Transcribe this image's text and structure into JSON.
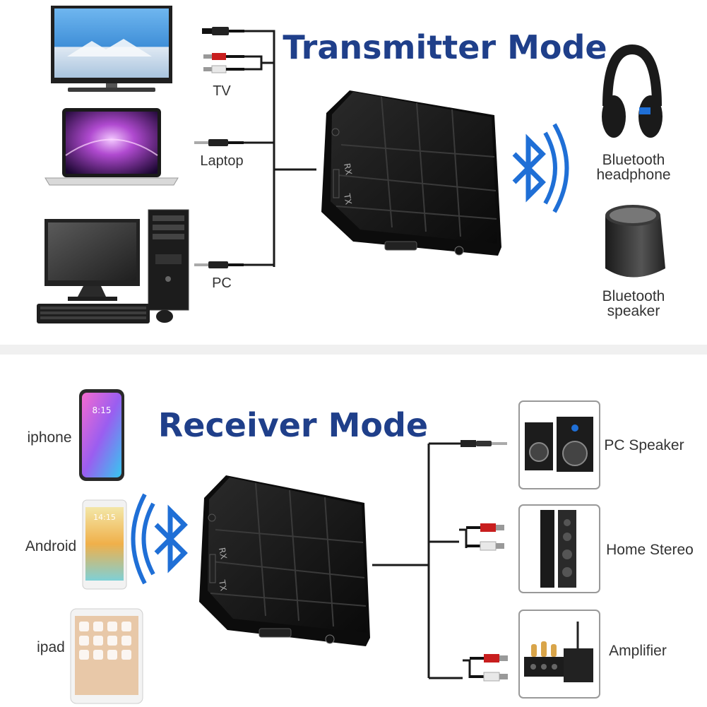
{
  "colors": {
    "title": "#1f3f8a",
    "bluetooth": "#1f6fd6",
    "device_body": "#111111",
    "wire": "#1a1a1a",
    "rca_red": "#c81e1e",
    "rca_white": "#e8e8e8",
    "divider": "#f0f0f0"
  },
  "transmitter": {
    "title": "Transmitter Mode",
    "sources": [
      {
        "label": "TV",
        "icon": "tv-icon"
      },
      {
        "label": "Laptop",
        "icon": "laptop-icon"
      },
      {
        "label": "PC",
        "icon": "desktop-pc-icon"
      }
    ],
    "outputs": [
      {
        "label_line1": "Bluetooth",
        "label_line2": "headphone",
        "icon": "headphone-icon"
      },
      {
        "label_line1": "Bluetooth",
        "label_line2": "speaker",
        "icon": "speaker-icon"
      }
    ],
    "device": {
      "switch_rx": "RX",
      "switch_tx": "TX"
    }
  },
  "receiver": {
    "title": "Receiver Mode",
    "sources": [
      {
        "label": "iphone",
        "icon": "iphone-icon"
      },
      {
        "label": "Android",
        "icon": "android-phone-icon"
      },
      {
        "label": "ipad",
        "icon": "ipad-icon"
      }
    ],
    "outputs": [
      {
        "label": "PC Speaker",
        "icon": "pc-speaker-icon"
      },
      {
        "label": "Home Stereo",
        "icon": "home-stereo-icon"
      },
      {
        "label": "Amplifier",
        "icon": "amplifier-icon"
      }
    ],
    "device": {
      "switch_rx": "RX",
      "switch_tx": "TX"
    },
    "phone_clock": "8:15",
    "android_clock": "14:15"
  }
}
